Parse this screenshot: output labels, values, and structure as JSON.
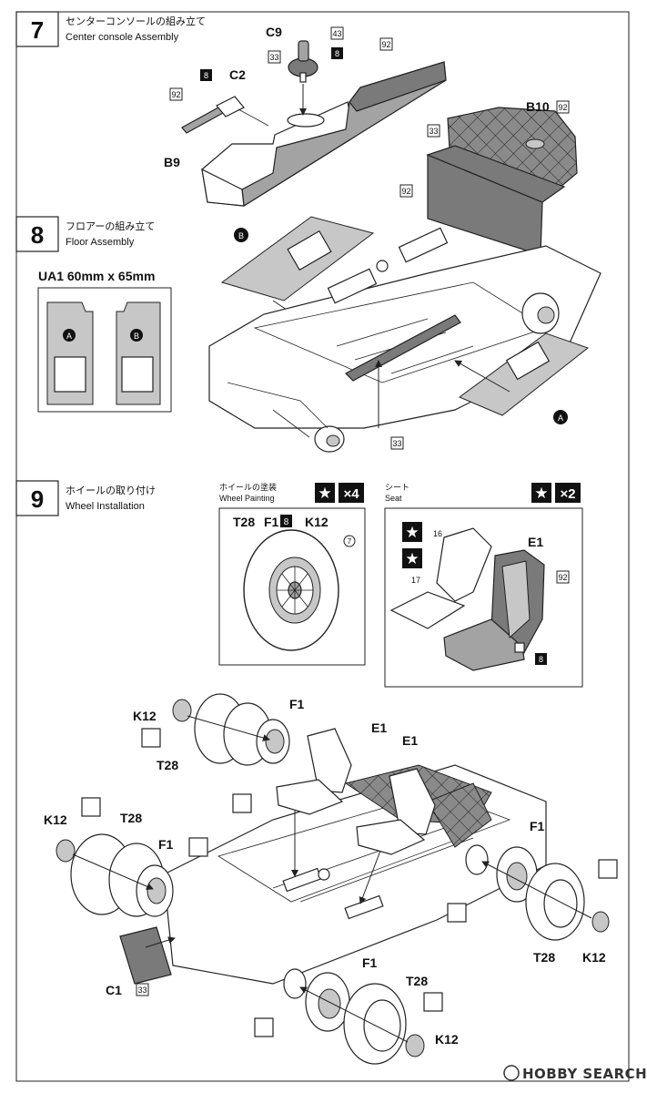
{
  "steps": [
    {
      "number": "7",
      "title_jp": "センターコンソールの組み立て",
      "title_en": "Center console Assembly"
    },
    {
      "number": "8",
      "title_jp": "フロアーの組み立て",
      "title_en": "Floor Assembly"
    },
    {
      "number": "9",
      "title_jp": "ホイールの取り付け",
      "title_en": "Wheel Installation"
    }
  ],
  "step7": {
    "parts": {
      "c9": "C9",
      "c2": "C2",
      "b9": "B9",
      "b10": "B10"
    },
    "color_codes": {
      "c43": "43",
      "c8a": "8",
      "c33a": "33",
      "c8b": "8",
      "c92a": "92",
      "c92b": "92",
      "c92c": "92",
      "c33b": "33",
      "c92d": "92"
    }
  },
  "step8": {
    "decal_size": "UA1 60mm x 65mm",
    "marks": {
      "a": "A",
      "b": "B"
    },
    "color_codes": {
      "c33": "33"
    }
  },
  "step9": {
    "wheel_panel": {
      "title_jp": "ホイールの塗装",
      "title_en": "Wheel Painting",
      "count": "×4",
      "parts": {
        "t28": "T28",
        "f1": "F1",
        "k12": "K12"
      },
      "codes": {
        "c8": "8",
        "c7": "7"
      }
    },
    "seat_panel": {
      "title_jp": "シート",
      "title_en": "Seat",
      "count": "×2",
      "parts": {
        "e1": "E1"
      },
      "codes": {
        "c16": "16",
        "c17": "17",
        "c92": "92",
        "c8": "8"
      }
    },
    "assembly_parts": {
      "k12a": "K12",
      "f1a": "F1",
      "t28a": "T28",
      "e1a": "E1",
      "e1b": "E1",
      "k12b": "K12",
      "t28b": "T28",
      "f1b": "F1",
      "f1c": "F1",
      "t28c": "T28",
      "k12c": "K12",
      "c1": "C1",
      "f1d": "F1",
      "t28d": "T28",
      "k12d": "K12"
    },
    "assembly_codes": {
      "c33": "33"
    }
  },
  "watermark": "HOBBY SEARCH",
  "colors": {
    "gray_part": "#a3a3a3",
    "dark_part": "#7a7a7a",
    "light_part": "#c7c7c7"
  }
}
